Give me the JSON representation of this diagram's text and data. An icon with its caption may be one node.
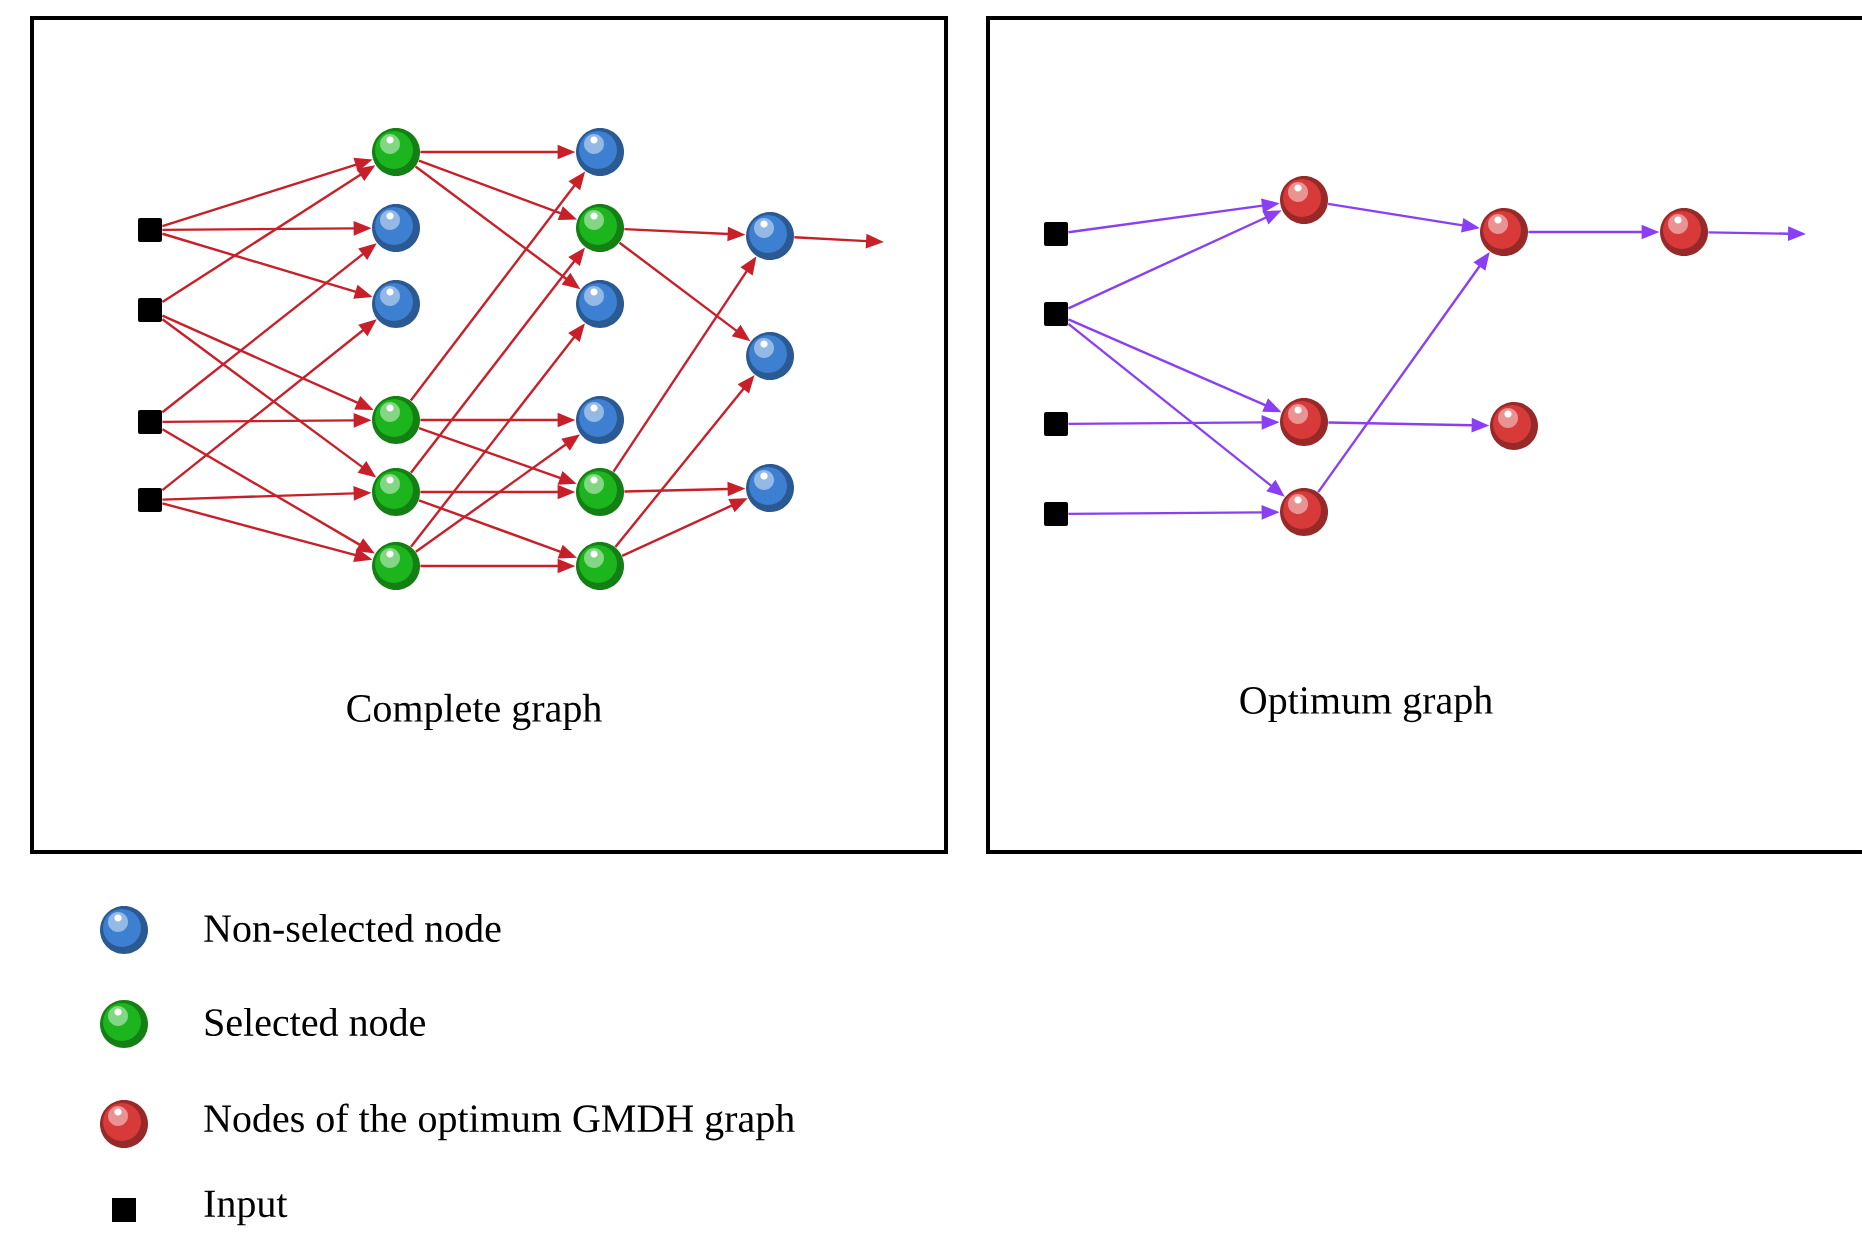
{
  "diagram": {
    "nodes": [
      {
        "text": [
          "Complete graph"
        ]
      },
      {
        "text": [],
        "shape": "box",
        "in": 0
      },
      {
        "text": [],
        "shape": "box",
        "in": 0
      },
      {
        "text": [],
        "shape": "box",
        "in": 0
      },
      {
        "text": [],
        "shape": "box",
        "in": 0
      },
      {
        "text": [],
        "shape": "circle",
        "in": 0
      },
      {
        "text": [],
        "shape": "circle",
        "in": 0
      },
      {
        "text": [],
        "shape": "circle",
        "in": 0
      },
      {
        "text": [],
        "shape": "circle",
        "in": 0
      },
      {
        "text": [],
        "shape": "circle",
        "in": 0
      },
      {
        "text": [],
        "shape": "circle",
        "in": 0
      },
      {
        "text": [],
        "shape": "circle",
        "in": 0
      },
      {
        "text": [],
        "shape": "circle",
        "in": 0
      },
      {
        "text": [],
        "shape": "circle",
        "in": 0
      },
      {
        "text": [],
        "shape": "circle",
        "in": 0
      },
      {
        "text": [],
        "shape": "circle",
        "in": 0
      },
      {
        "text": [],
        "shape": "circle",
        "in": 0
      },
      {
        "text": [],
        "shape": "circle",
        "in": 0
      },
      {
        "text": [],
        "shape": "circle",
        "in": 0
      },
      {
        "text": [],
        "shape": "circle",
        "in": 0
      },
      {
        "text": [
          "Optimum graph"
        ]
      },
      {
        "text": [],
        "shape": "box",
        "in": 20
      },
      {
        "text": [],
        "shape": "box",
        "in": 20
      },
      {
        "text": [],
        "shape": "box",
        "in": 20
      },
      {
        "text": [],
        "shape": "box",
        "in": 20
      },
      {
        "text": [],
        "shape": "circle",
        "in": 20
      },
      {
        "text": [],
        "shape": "circle",
        "in": 20
      },
      {
        "text": [],
        "shape": "circle",
        "in": 20
      },
      {
        "text": [],
        "shape": "circle",
        "in": 20
      },
      {
        "text": [],
        "shape": "circle",
        "in": 20
      },
      {
        "text": [],
        "shape": "circle",
        "in": 20
      }
    ],
    "edges": [
      {
        "from": 1,
        "to": 5,
        "arrow": "to"
      },
      {
        "from": 1,
        "to": 6,
        "arrow": "to"
      },
      {
        "from": 1,
        "to": 7,
        "arrow": "to"
      },
      {
        "from": 2,
        "to": 5,
        "arrow": "to"
      },
      {
        "from": 2,
        "to": 8,
        "arrow": "to"
      },
      {
        "from": 2,
        "to": 9,
        "arrow": "to"
      },
      {
        "from": 3,
        "to": 6,
        "arrow": "to"
      },
      {
        "from": 3,
        "to": 8,
        "arrow": "to"
      },
      {
        "from": 3,
        "to": 10,
        "arrow": "to"
      },
      {
        "from": 4,
        "to": 7,
        "arrow": "to"
      },
      {
        "from": 4,
        "to": 9,
        "arrow": "to"
      },
      {
        "from": 4,
        "to": 10,
        "arrow": "to"
      },
      {
        "from": 5,
        "to": 11,
        "arrow": "to"
      },
      {
        "from": 8,
        "to": 11,
        "arrow": "to"
      },
      {
        "from": 5,
        "to": 12,
        "arrow": "to"
      },
      {
        "from": 9,
        "to": 12,
        "arrow": "to"
      },
      {
        "from": 5,
        "to": 13,
        "arrow": "to"
      },
      {
        "from": 10,
        "to": 13,
        "arrow": "to"
      },
      {
        "from": 8,
        "to": 14,
        "arrow": "to"
      },
      {
        "from": 10,
        "to": 14,
        "arrow": "to"
      },
      {
        "from": 9,
        "to": 15,
        "arrow": "to"
      },
      {
        "from": 8,
        "to": 15,
        "arrow": "to"
      },
      {
        "from": 10,
        "to": 16,
        "arrow": "to"
      },
      {
        "from": 9,
        "to": 16,
        "arrow": "to"
      },
      {
        "from": 12,
        "to": 17,
        "arrow": "to"
      },
      {
        "from": 15,
        "to": 17,
        "arrow": "to"
      },
      {
        "from": 12,
        "to": 18,
        "arrow": "to"
      },
      {
        "from": 16,
        "to": 18,
        "arrow": "to"
      },
      {
        "from": 15,
        "to": 19,
        "arrow": "to"
      },
      {
        "from": 16,
        "to": 19,
        "arrow": "to"
      },
      {
        "from": 17,
        "to": null,
        "arrow": "to"
      },
      {
        "from": 21,
        "to": 25,
        "arrow": "to",
        "color": "#8a3ff5"
      },
      {
        "from": 22,
        "to": 25,
        "arrow": "to",
        "color": "#8a3ff5"
      },
      {
        "from": 22,
        "to": 26,
        "arrow": "to",
        "color": "#8a3ff5"
      },
      {
        "from": 22,
        "to": 27,
        "arrow": "to",
        "color": "#8a3ff5"
      },
      {
        "from": 23,
        "to": 26,
        "arrow": "to",
        "color": "#8a3ff5"
      },
      {
        "from": 24,
        "to": 27,
        "arrow": "to",
        "color": "#8a3ff5"
      },
      {
        "from": 25,
        "to": 28,
        "arrow": "to",
        "color": "#8a3ff5"
      },
      {
        "from": 27,
        "to": 28,
        "arrow": "to",
        "color": "#8a3ff5"
      },
      {
        "from": 26,
        "to": 29,
        "arrow": "to",
        "color": "#8a3ff5"
      },
      {
        "from": 28,
        "to": 30,
        "arrow": "to",
        "color": "#8a3ff5"
      },
      {
        "from": 30,
        "to": null,
        "arrow": "to",
        "color": "#8a3ff5"
      }
    ],
    "legend": [
      {
        "text": "Non-selected node"
      },
      {
        "text": "Selected node"
      },
      {
        "text": "Nodes of the optimum GMDH graph"
      },
      {
        "text": "Input"
      }
    ]
  }
}
